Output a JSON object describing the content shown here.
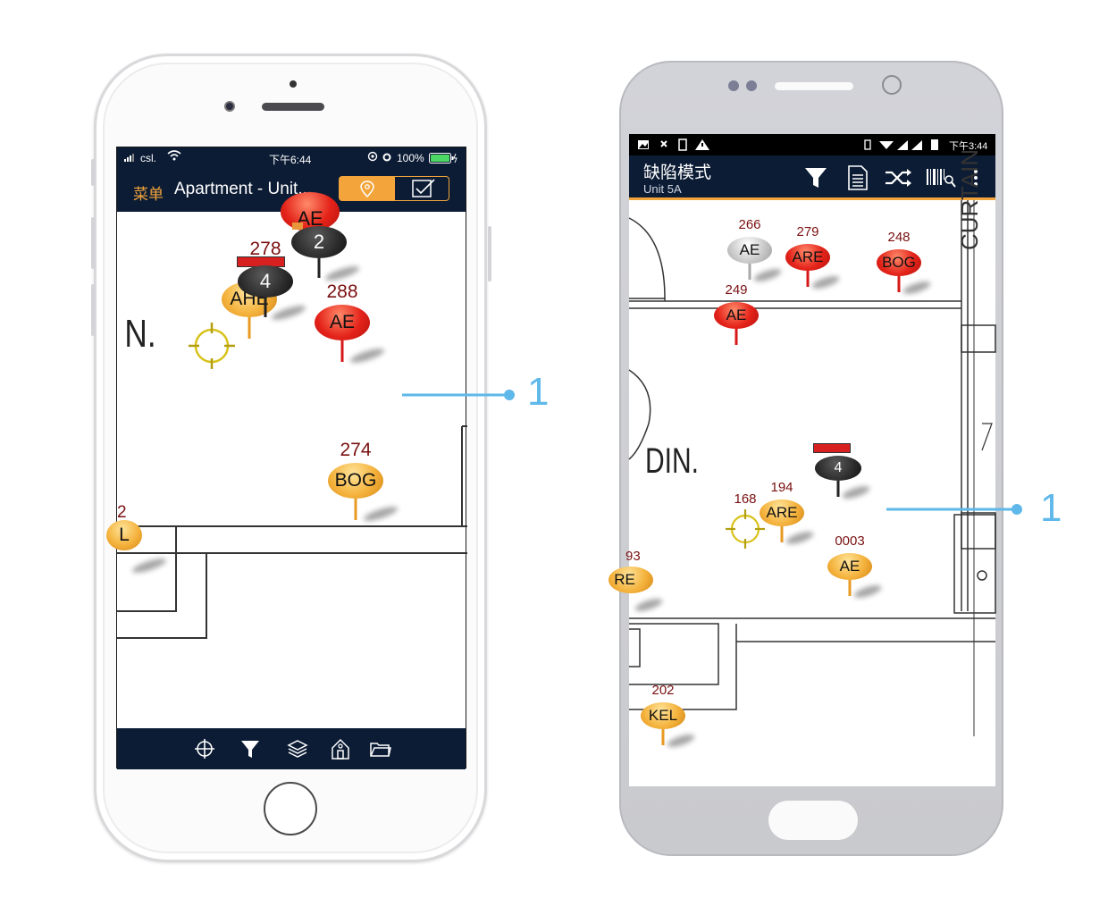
{
  "ios": {
    "status": {
      "carrier": "csl.",
      "time": "下午6:44",
      "battery": "100%"
    },
    "nav": {
      "menu_label": "菜单",
      "title": "Apartment - Unit..."
    },
    "map_text": {
      "room_label": "N.",
      "partial_num": "2",
      "partial_code": "L"
    },
    "pins": [
      {
        "num": "278",
        "code": "AHE",
        "color": "orange"
      },
      {
        "num": "",
        "code": "AE",
        "color": "red"
      },
      {
        "num": "288",
        "code": "AE",
        "color": "red"
      },
      {
        "num": "274",
        "code": "BOG",
        "color": "orange"
      }
    ],
    "clusters": [
      {
        "count": "4"
      },
      {
        "count": "2"
      }
    ],
    "tabbar": [
      "crosshair-icon",
      "filter-icon",
      "layers-icon",
      "home-icon",
      "folder-icon"
    ]
  },
  "android": {
    "status": {
      "time": "下午3:44"
    },
    "nav": {
      "title": "缺陷模式",
      "subtitle": "Unit 5A"
    },
    "map_text": {
      "room_label": "DIN.",
      "side_label": "CURTAIN",
      "partial_num": "93",
      "partial_code": "RE"
    },
    "pins": [
      {
        "num": "266",
        "code": "AE",
        "color": "grey"
      },
      {
        "num": "279",
        "code": "ARE",
        "color": "red"
      },
      {
        "num": "248",
        "code": "BOG",
        "color": "red"
      },
      {
        "num": "249",
        "code": "AE",
        "color": "red"
      },
      {
        "num": "194",
        "code": "ARE",
        "color": "orange"
      },
      {
        "num": "0003",
        "code": "AE",
        "color": "orange"
      },
      {
        "num": "202",
        "code": "KEL",
        "color": "orange"
      }
    ],
    "reticle_num": "168",
    "clusters": [
      {
        "count": "4"
      }
    ],
    "toolbar": [
      "filter-icon",
      "report-icon",
      "shuffle-icon",
      "barcode-icon",
      "more-icon"
    ]
  },
  "callouts": [
    {
      "label": "1"
    },
    {
      "label": "1"
    }
  ]
}
